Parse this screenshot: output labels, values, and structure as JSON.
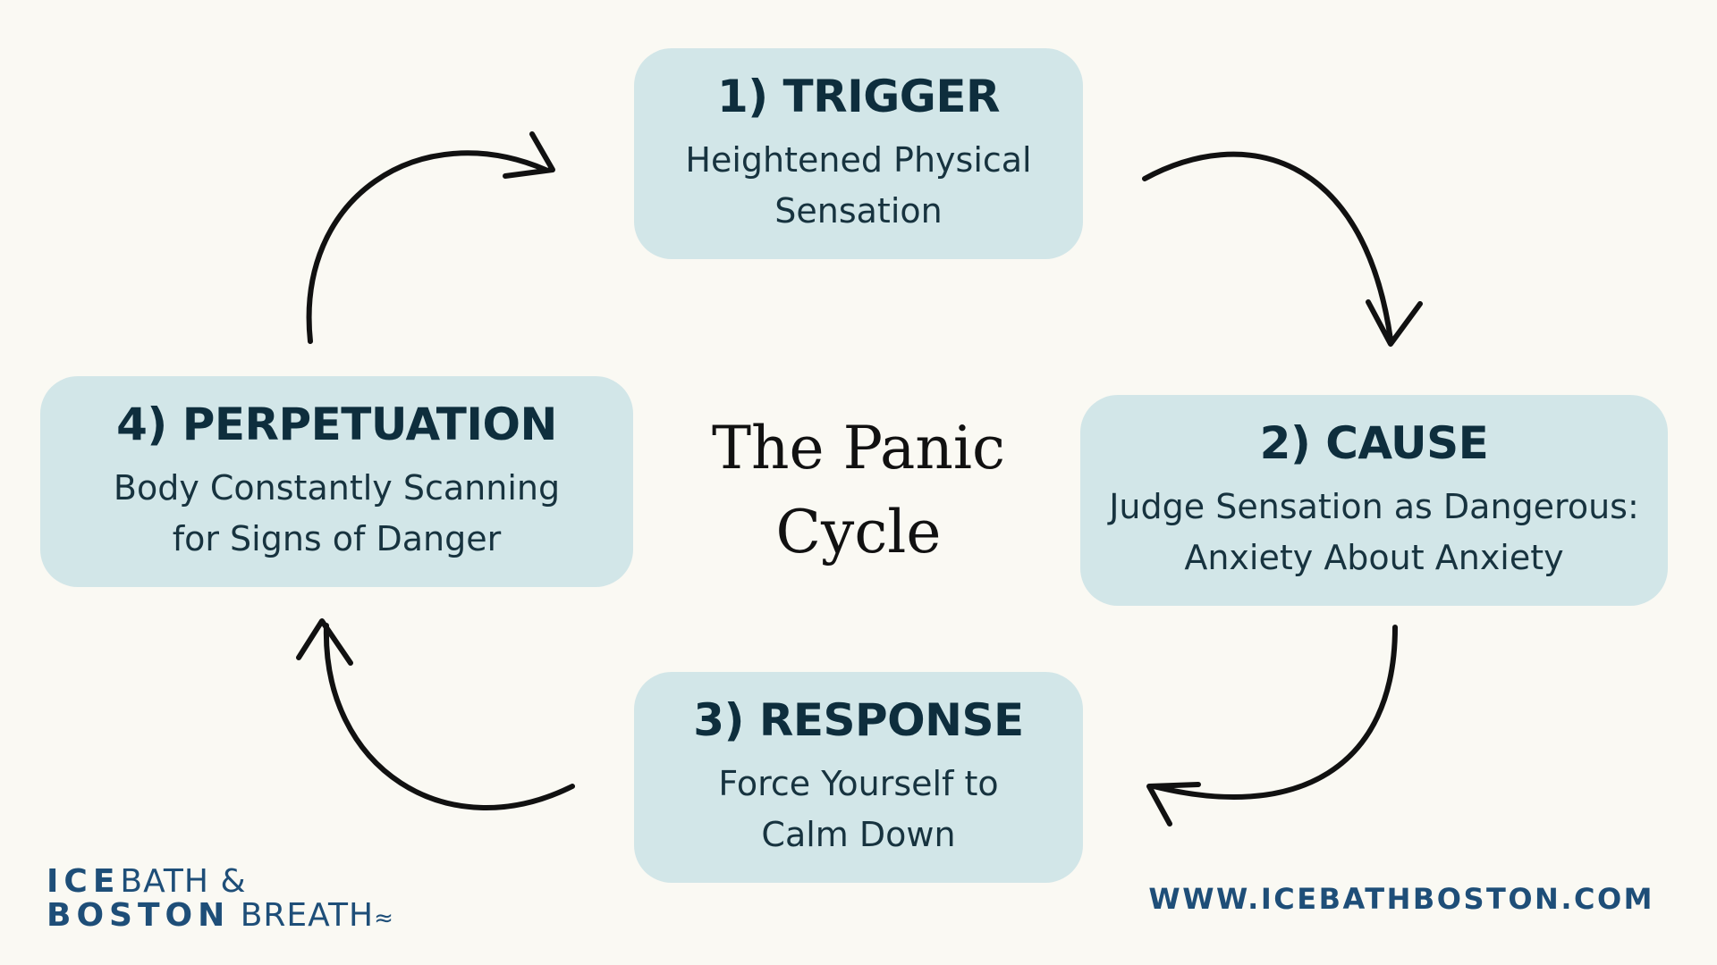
{
  "center": {
    "title_line1": "The Panic",
    "title_line2": "Cycle"
  },
  "steps": [
    {
      "title": "1) TRIGGER",
      "body_line1": "Heightened Physical",
      "body_line2": "Sensation"
    },
    {
      "title": "2) CAUSE",
      "body_line1": "Judge Sensation as Dangerous:",
      "body_line2": "Anxiety About Anxiety"
    },
    {
      "title": "3) RESPONSE",
      "body_line1": "Force Yourself to",
      "body_line2": "Calm Down"
    },
    {
      "title": "4) PERPETUATION",
      "body_line1": "Body Constantly Scanning",
      "body_line2": "for Signs of Danger"
    }
  ],
  "logo": {
    "line1_strong": "ICE",
    "line1_light": "BATH &",
    "line2_strong": "BOSTON",
    "line2_light": "BREATH"
  },
  "footer": {
    "website": "WWW.ICEBATHBOSTON.COM"
  },
  "colors": {
    "background": "#faf9f3",
    "box": "#d2e6e8",
    "brand": "#1e4e78"
  }
}
